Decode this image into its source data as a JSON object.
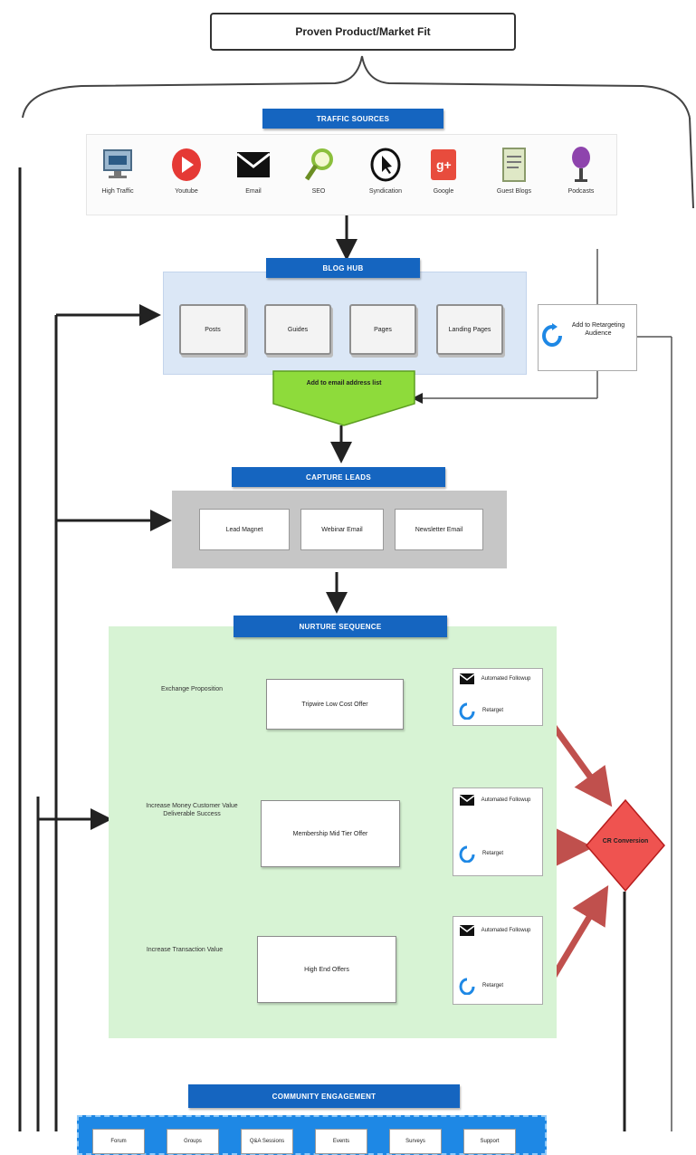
{
  "title": "Proven Product/Market Fit",
  "traffic": {
    "banner": "TRAFFIC SOURCES",
    "sources": [
      {
        "label": "High Traffic",
        "icon": "monitor-icon"
      },
      {
        "label": "Youtube",
        "icon": "play-icon"
      },
      {
        "label": "Email",
        "icon": "envelope-icon"
      },
      {
        "label": "SEO",
        "icon": "magnifier-icon"
      },
      {
        "label": "Syndication",
        "icon": "cursor-icon"
      },
      {
        "label": "Google",
        "icon": "google-plus-icon"
      },
      {
        "label": "Guest Blogs",
        "icon": "document-icon"
      },
      {
        "label": "Podcasts",
        "icon": "microphone-icon"
      }
    ]
  },
  "funnel": {
    "banner": "BLOG HUB",
    "pages": [
      "Posts",
      "Guides",
      "Pages",
      "Landing Pages"
    ],
    "signup": "Add to email address list",
    "retarget": "Add to Retargeting Audience"
  },
  "leads": {
    "banner": "CAPTURE LEADS",
    "items": [
      "Lead Magnet",
      "Webinar Email",
      "Newsletter Email"
    ]
  },
  "nurture": {
    "banner": "NURTURE SEQUENCE",
    "stages": [
      {
        "label": "Exchange Proposition",
        "offer": "Tripwire Low Cost Offer"
      },
      {
        "label": "Increase Money Customer Value Deliverable Success",
        "offer": "Membership Mid Tier Offer"
      },
      {
        "label": "Increase Transaction Value",
        "offer": "High End Offers"
      }
    ],
    "followup": {
      "email": "Automated Followup",
      "retarget": "Retarget"
    },
    "goal": "CR Conversion"
  },
  "community": {
    "banner": "COMMUNITY ENGAGEMENT",
    "items": [
      "Forum",
      "Groups",
      "Q&A Sessions",
      "Events",
      "Surveys",
      "Support"
    ]
  },
  "colors": {
    "banner": "#1565c0",
    "funnel_bg": "#dbe7f6",
    "leads_bg": "#c6c6c6",
    "nurture_bg": "#d7f3d4",
    "signup": "#8edb3b",
    "goal": "#ef5350",
    "progress_arrow": "#7cb342",
    "action_arrow": "#c0504d"
  }
}
